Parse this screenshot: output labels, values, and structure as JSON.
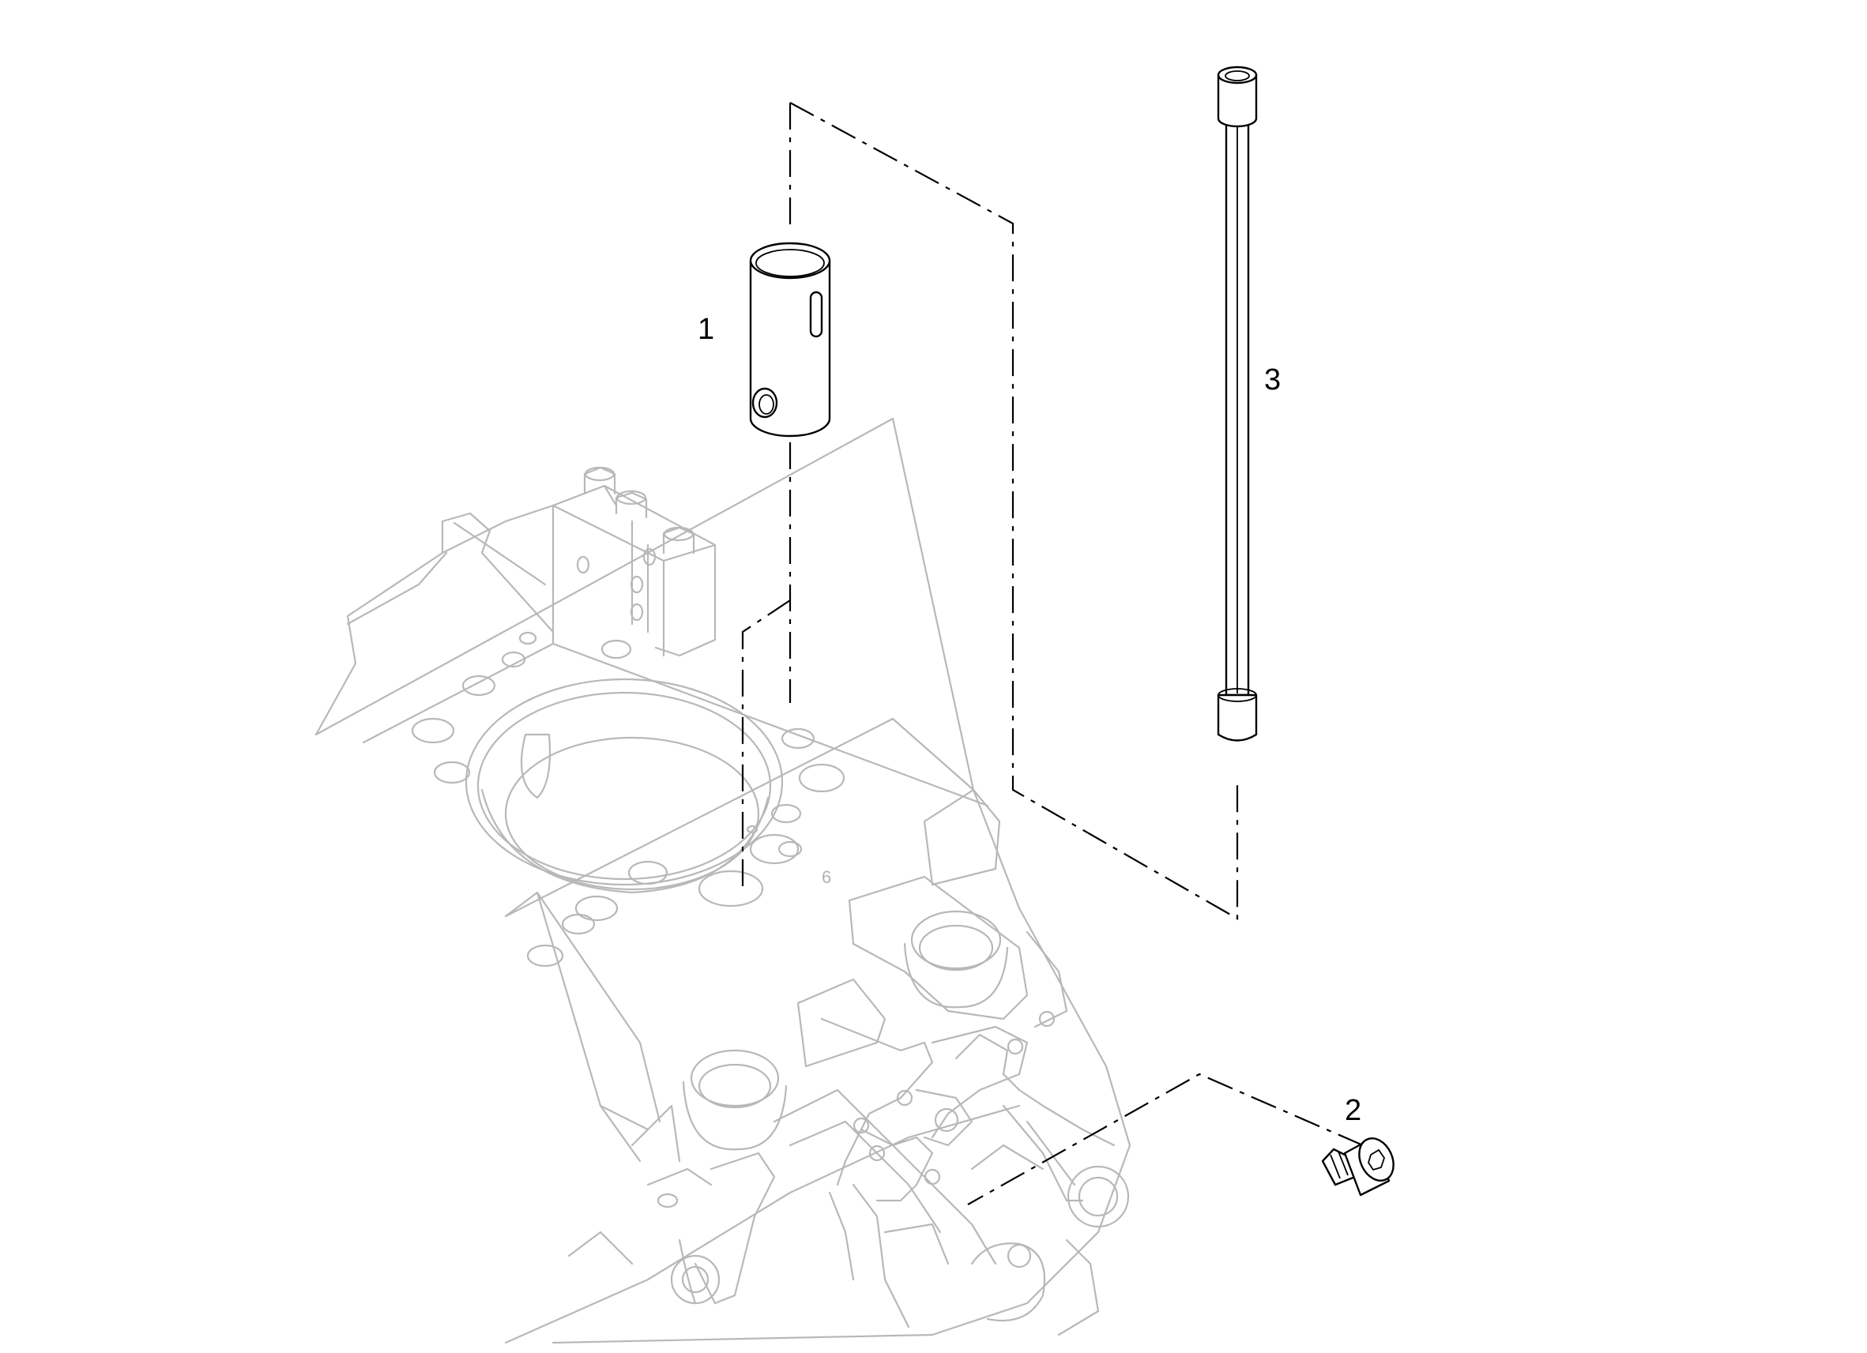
{
  "callouts": [
    {
      "id": "1",
      "text": "1"
    },
    {
      "id": "2",
      "text": "2"
    },
    {
      "id": "3",
      "text": "3"
    }
  ],
  "block_marking": "6"
}
